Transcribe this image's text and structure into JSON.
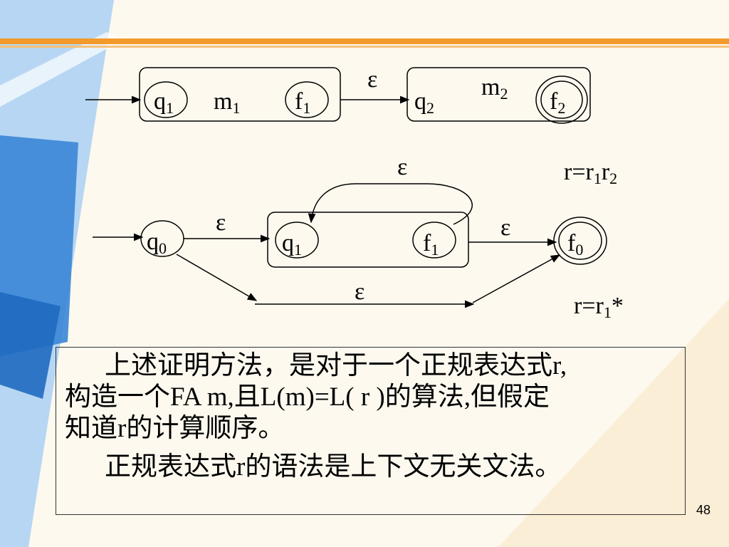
{
  "diagram1": {
    "m1_q": "q",
    "m1_q_sub": "1",
    "m1_m": "m",
    "m1_m_sub": "1",
    "m1_f": "f",
    "m1_f_sub": "1",
    "eps": "ε",
    "m2_q": "q",
    "m2_q_sub": "2",
    "m2_m": "m",
    "m2_m_sub": "2",
    "m2_f": "f",
    "m2_f_sub": "2"
  },
  "formula1": {
    "text": "r=r",
    "sub1": "1",
    "mid": "r",
    "sub2": "2"
  },
  "diagram2": {
    "eps_loop": "ε",
    "q0": "q",
    "q0_sub": "0",
    "eps_in": "ε",
    "q1": "q",
    "q1_sub": "1",
    "f1": "f",
    "f1_sub": "1",
    "eps_out": "ε",
    "f0": "f",
    "f0_sub": "0",
    "eps_bypass": "ε"
  },
  "formula2": {
    "text": "r=r",
    "sub": "1",
    "star": "*"
  },
  "note": {
    "line1": "上述证明方法，是对于一个正规表达式r,",
    "line2": "构造一个FA m,且L(m)=L( r )的算法,但假定",
    "line3": "知道r的计算顺序。",
    "line4": "正规表达式r的语法是上下文无关文法。"
  },
  "page_number": "48",
  "colors": {
    "accent_orange": "#f39a2c",
    "accent_blue": "#2e74c8",
    "light_blue": "#9cc8f0"
  }
}
